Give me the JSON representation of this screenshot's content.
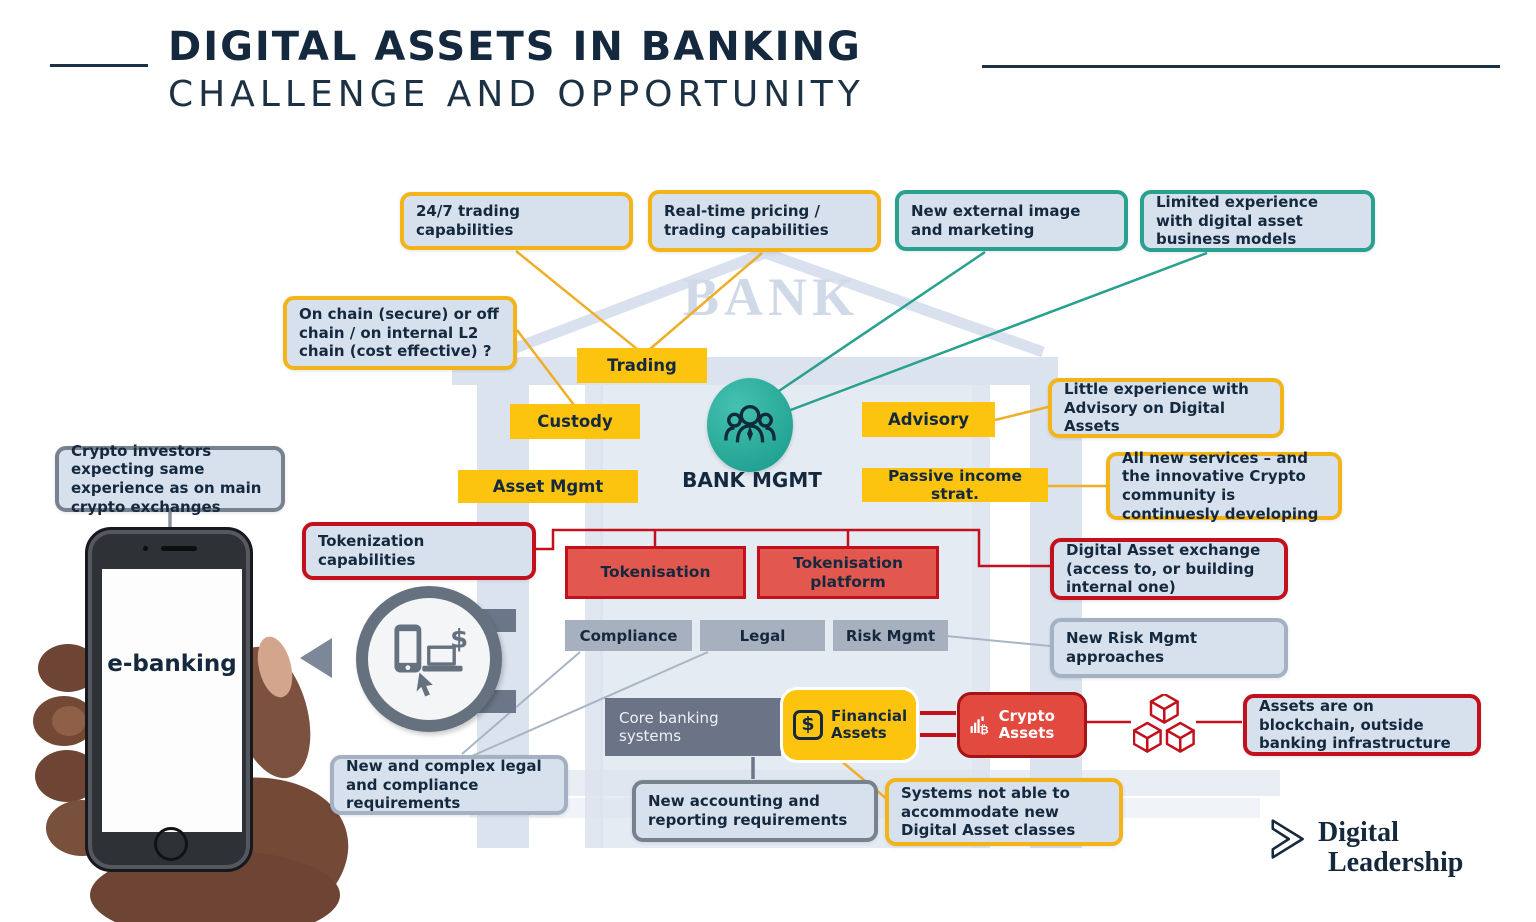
{
  "header": {
    "title": "DIGITAL ASSETS IN BANKING",
    "subtitle": "CHALLENGE AND OPPORTUNITY"
  },
  "bank": {
    "watermark": "BANK",
    "mgmt_label": "BANK MGMT"
  },
  "services": {
    "trading": "Trading",
    "custody": "Custody",
    "asset_mgmt": "Asset Mgmt",
    "advisory": "Advisory",
    "passive_income": "Passive income strat."
  },
  "platform": {
    "tokenisation": "Tokenisation",
    "tokenisation_platform": "Tokenisation platform",
    "compliance": "Compliance",
    "legal": "Legal",
    "risk_mgmt": "Risk Mgmt",
    "core_banking": "Core banking systems",
    "financial_assets": "Financial Assets",
    "crypto_assets": "Crypto Assets"
  },
  "callouts": {
    "trading_247": "24/7 trading capabilities",
    "realtime_pricing": "Real-time pricing / trading capabilities",
    "external_image": "New external image and marketing",
    "limited_experience": "Limited experience with digital asset business models",
    "on_chain": "On chain (secure) or off chain / on internal L2 chain (cost effective) ?",
    "advisory_experience": "Little experience with Advisory on Digital Assets",
    "new_services": "All new services – and the innovative Crypto community is continuesly developing",
    "tokenization_capabilities": "Tokenization capabilities",
    "digital_asset_exchange": "Digital Asset exchange (access to, or building internal one)",
    "new_risk_mgmt": "New Risk Mgmt approaches",
    "crypto_investors": "Crypto investors expecting same experience as on main crypto exchanges",
    "legal_compliance": "New and complex legal and compliance requirements",
    "accounting": "New accounting and reporting requirements",
    "systems_not_able": "Systems not able to accommodate new Digital Asset classes",
    "assets_blockchain": "Assets are on blockchain, outside banking infrastructure"
  },
  "phone": {
    "screen_label": "e-banking"
  },
  "logo": {
    "line1": "Digital",
    "line2": "Leadership"
  },
  "icons": {
    "dollar": "$",
    "bitcoin": "₿"
  },
  "colors": {
    "accent_yellow": "#f2b418",
    "fill_yellow": "#fcc40f",
    "accent_teal": "#2aa18f",
    "accent_red": "#c2101c",
    "fill_red": "#e2574e",
    "callout_fill": "#d7e1ee",
    "gray_box": "#a6b0bf",
    "dark_slate": "#6a7486",
    "navy": "#15293e",
    "watermark": "#dbe3ef"
  }
}
